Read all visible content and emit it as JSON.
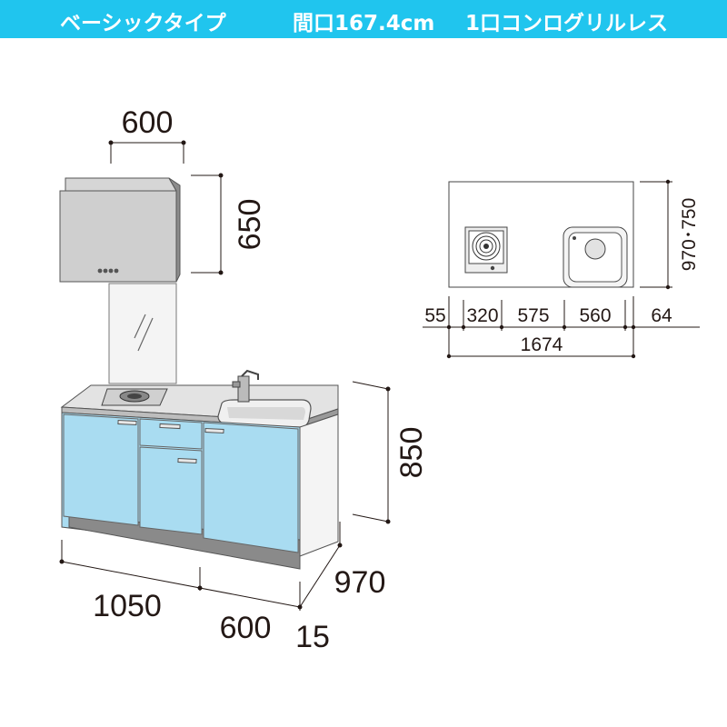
{
  "header": {
    "type_label": "ベーシックタイプ",
    "width_label": "間口167.4cm",
    "cooker_label": "1口コンログリルレス"
  },
  "colors": {
    "header_bg": "#20c5ee",
    "header_text": "#ffffff",
    "cabinet_face": "#a9dcf1",
    "counter": "#dcdcdc",
    "hood": "#c8c8c8",
    "line": "#231815"
  },
  "front_view": {
    "hood_width": "600",
    "hood_height": "650",
    "counter_height": "850",
    "left_width": "1050",
    "right_width": "600",
    "depth": "970",
    "toe_offset": "15"
  },
  "plan_view": {
    "depth": "970･750",
    "segments": [
      "55",
      "320",
      "575",
      "560",
      "64"
    ],
    "total_width": "1674"
  }
}
